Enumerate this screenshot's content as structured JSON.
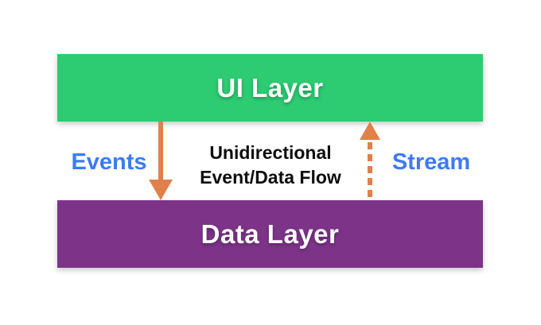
{
  "diagram": {
    "caption": {
      "line1": "Unidirectional",
      "line2": "Event/Data Flow"
    },
    "layers": [
      {
        "id": "ui-layer",
        "label": "UI Layer",
        "color": "#2dcb72"
      },
      {
        "id": "data-layer",
        "label": "Data Layer",
        "color": "#7d3488"
      }
    ],
    "arrows": [
      {
        "id": "events",
        "label": "Events",
        "direction": "down",
        "style": "solid",
        "color": "#e0804b"
      },
      {
        "id": "stream",
        "label": "Stream",
        "direction": "up",
        "style": "dashed",
        "color": "#e0804b"
      }
    ],
    "colors": {
      "background": "#ffffff",
      "arrow_orange": "#e0804b",
      "label_blue": "#3d7bf5",
      "ui_layer_green": "#2dcb72",
      "data_layer_purple": "#7d3488",
      "caption_black": "#0d0d0d",
      "box_text_white": "#ffffff"
    }
  }
}
